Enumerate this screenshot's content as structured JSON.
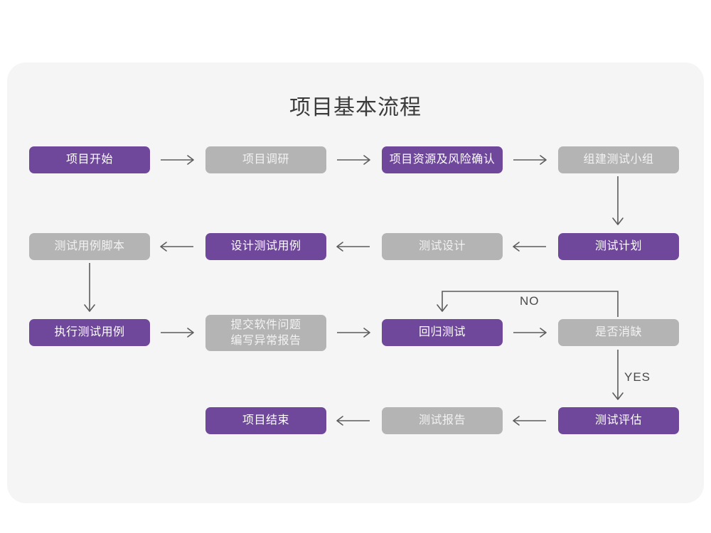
{
  "diagram": {
    "title": "项目基本流程",
    "colors": {
      "accent_purple": "#6F489C",
      "muted_gray": "#B4B4B4",
      "card_background": "#F5F5F5",
      "page_background": "#FFFFFF",
      "connector": "#5C5C5C",
      "title_text": "#3B3B3B"
    },
    "nodes": [
      {
        "id": "n1",
        "label": "项目开始",
        "style": "purple",
        "row": 1,
        "col": 1
      },
      {
        "id": "n2",
        "label": "项目调研",
        "style": "gray",
        "row": 1,
        "col": 2
      },
      {
        "id": "n3",
        "label": "项目资源及风险确认",
        "style": "purple",
        "row": 1,
        "col": 3
      },
      {
        "id": "n4",
        "label": "组建测试小组",
        "style": "gray",
        "row": 1,
        "col": 4
      },
      {
        "id": "n5",
        "label": "测试用例脚本",
        "style": "gray",
        "row": 2,
        "col": 1
      },
      {
        "id": "n6",
        "label": "设计测试用例",
        "style": "purple",
        "row": 2,
        "col": 2
      },
      {
        "id": "n7",
        "label": "测试设计",
        "style": "gray",
        "row": 2,
        "col": 3
      },
      {
        "id": "n8",
        "label": "测试计划",
        "style": "purple",
        "row": 2,
        "col": 4
      },
      {
        "id": "n9",
        "label": "执行测试用例",
        "style": "purple",
        "row": 3,
        "col": 1
      },
      {
        "id": "n10",
        "label": "提交软件问题\n编写异常报告",
        "style": "gray",
        "row": 3,
        "col": 2
      },
      {
        "id": "n11",
        "label": "回归测试",
        "style": "purple",
        "row": 3,
        "col": 3
      },
      {
        "id": "n12",
        "label": "是否消缺",
        "style": "gray",
        "row": 3,
        "col": 4
      },
      {
        "id": "n13",
        "label": "项目结束",
        "style": "purple",
        "row": 4,
        "col": 2
      },
      {
        "id": "n14",
        "label": "测试报告",
        "style": "gray",
        "row": 4,
        "col": 3
      },
      {
        "id": "n15",
        "label": "测试评估",
        "style": "purple",
        "row": 4,
        "col": 4
      }
    ],
    "edge_labels": {
      "no": "NO",
      "yes": "YES"
    },
    "edges": [
      {
        "from": "n1",
        "to": "n2",
        "direction": "right"
      },
      {
        "from": "n2",
        "to": "n3",
        "direction": "right"
      },
      {
        "from": "n3",
        "to": "n4",
        "direction": "right"
      },
      {
        "from": "n4",
        "to": "n8",
        "direction": "down"
      },
      {
        "from": "n8",
        "to": "n7",
        "direction": "left"
      },
      {
        "from": "n7",
        "to": "n6",
        "direction": "left"
      },
      {
        "from": "n6",
        "to": "n5",
        "direction": "left"
      },
      {
        "from": "n5",
        "to": "n9",
        "direction": "down"
      },
      {
        "from": "n9",
        "to": "n10",
        "direction": "right"
      },
      {
        "from": "n10",
        "to": "n11",
        "direction": "right"
      },
      {
        "from": "n11",
        "to": "n12",
        "direction": "right"
      },
      {
        "from": "n12",
        "to": "n11",
        "direction": "loop-up",
        "label": "NO"
      },
      {
        "from": "n12",
        "to": "n15",
        "direction": "down",
        "label": "YES"
      },
      {
        "from": "n15",
        "to": "n14",
        "direction": "left"
      },
      {
        "from": "n14",
        "to": "n13",
        "direction": "left"
      }
    ]
  }
}
